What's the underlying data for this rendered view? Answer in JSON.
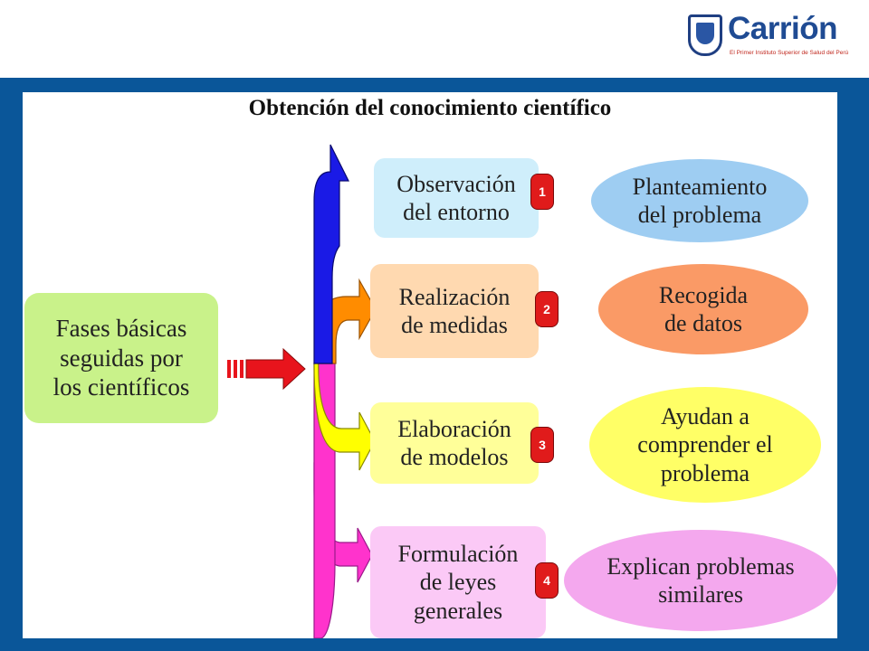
{
  "brand": {
    "name": "Carrión",
    "tagline": "El Primer Instituto Superior de Salud del Perú"
  },
  "diagram": {
    "title": "Obtención del conocimiento científico",
    "source": "Fases básicas\nseguidas por\nlos científicos",
    "phases": [
      {
        "label": "Observación\ndel entorno",
        "badge": "1",
        "result": "Planteamiento\ndel problema"
      },
      {
        "label": "Realización\nde medidas",
        "badge": "2",
        "result": "Recogida\nde datos"
      },
      {
        "label": "Elaboración\nde modelos",
        "badge": "3",
        "result": "Ayudan a\ncomprender el\nproblema"
      },
      {
        "label": "Formulación\nde leyes\ngenerales",
        "badge": "4",
        "result": "Explican problemas\nsimilares"
      }
    ]
  },
  "colors": {
    "frame": "#0a5699",
    "source_fill": "#c9f28a",
    "arrow_red": "#e8141c",
    "phase_fills": [
      "#cfeefb",
      "#ffd9b0",
      "#ffff99",
      "#fbc9f6"
    ],
    "result_fills": [
      "#9ecdf2",
      "#fa9a66",
      "#ffff66",
      "#f4a8ee"
    ],
    "arrow_fills": [
      "#1a1ae6",
      "#ff8c00",
      "#ffff00",
      "#ff33cc"
    ]
  }
}
